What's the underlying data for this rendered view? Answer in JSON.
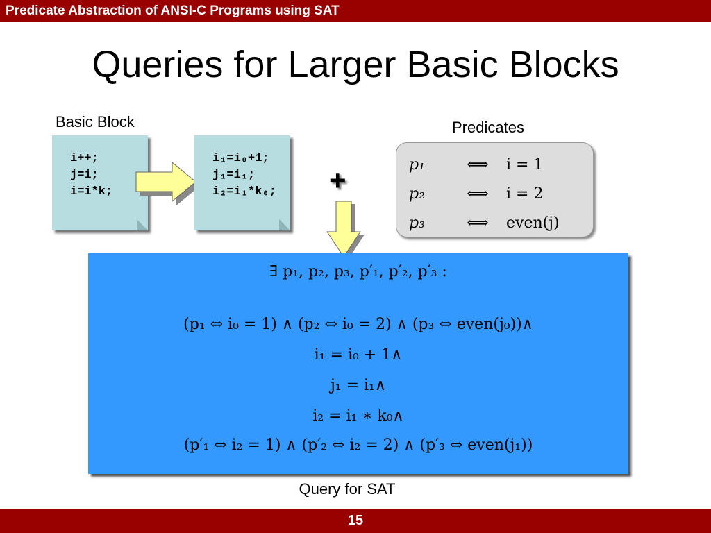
{
  "header": {
    "title": "Predicate Abstraction of ANSI-C Programs using SAT"
  },
  "slide": {
    "title": "Queries for Larger Basic Blocks",
    "page_number": "15"
  },
  "basic_block": {
    "label": "Basic Block",
    "original": [
      "i++;",
      "j=i;",
      "i=i*k;"
    ],
    "ssa": [
      "i₁=i₀+1;",
      "j₁=i₁;",
      "i₂=i₁*k₀;"
    ]
  },
  "plus": "+",
  "predicates": {
    "label": "Predicates",
    "rows": [
      {
        "var": "p₁",
        "op": "⟺",
        "rhs": "i = 1"
      },
      {
        "var": "p₂",
        "op": "⟺",
        "rhs": "i = 2"
      },
      {
        "var": "p₃",
        "op": "⟺",
        "rhs": "even(j)"
      }
    ]
  },
  "query": {
    "label": "Query for SAT",
    "lines": [
      "∃ p₁, p₂, p₃, p′₁, p′₂, p′₃ :",
      "(p₁ ⇔ i₀ = 1) ∧ (p₂ ⇔ i₀ = 2) ∧ (p₃ ⇔ even(j₀))∧",
      "i₁ = i₀ + 1∧",
      "j₁ = i₁∧",
      "i₂ = i₁ ∗ k₀∧",
      "(p′₁ ⇔ i₂ = 1) ∧ (p′₂ ⇔ i₂ = 2) ∧ (p′₃ ⇔ even(j₁))"
    ]
  },
  "colors": {
    "header": "#990000",
    "note": "#b7dde0",
    "query": "#3399ff",
    "arrow": "#ffff99"
  }
}
